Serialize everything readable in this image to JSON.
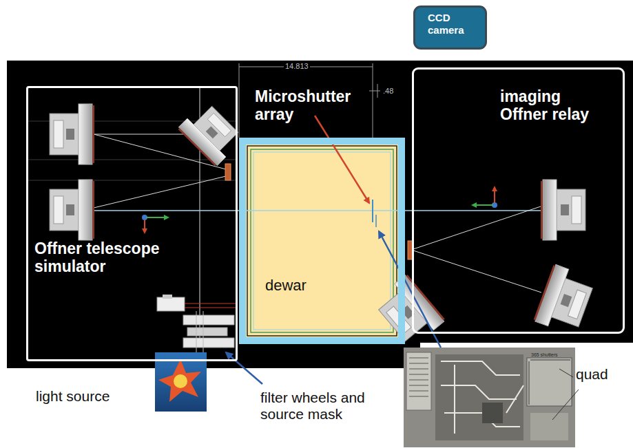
{
  "diagram": {
    "nodes": [
      {
        "text": [
          "CCD camera"
        ]
      },
      {
        "text": [
          "Offner telescope simulator"
        ]
      },
      {
        "text": [
          "dewar"
        ]
      },
      {
        "text": [
          "imaging Offner relay"
        ]
      }
    ],
    "labels": [
      "14.813",
      ".48",
      "Microshutter array",
      "light source",
      "filter wheels and source mask",
      "365 shutters",
      "quad"
    ]
  }
}
